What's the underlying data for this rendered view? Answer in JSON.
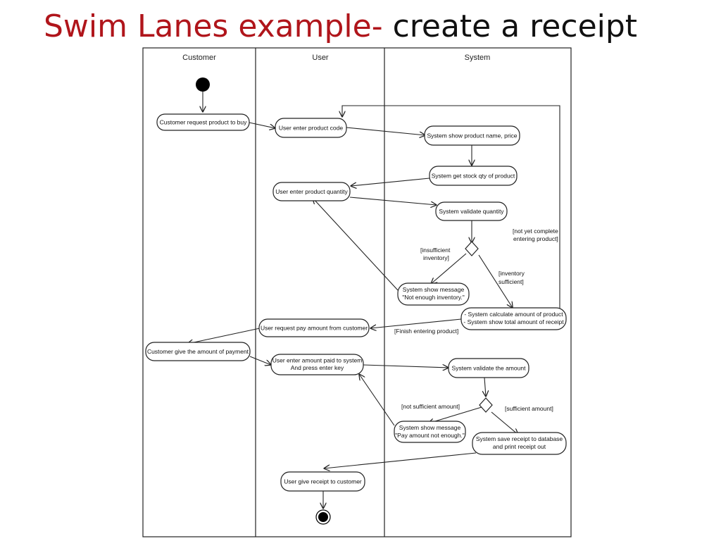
{
  "title": {
    "colored": "Swim Lanes example-",
    "plain": " create a receipt",
    "colored_hex": "#b0151b"
  },
  "lanes": [
    "Customer",
    "User",
    "System"
  ],
  "nodes": {
    "n1": "Customer request product to buy",
    "n2": "User enter product code",
    "n3": "System show product name, price",
    "n4": "System get stock qty of product",
    "n5": "User enter product quantity",
    "n6": "System validate quantity",
    "n7": [
      "System show message",
      "\"Not enough inventory.\""
    ],
    "n8": [
      "- System calculate amount of product",
      "- System show total amount of receipt"
    ],
    "n9": "User request pay amount from customer",
    "n10": "Customer give the amount of payment",
    "n11": [
      "User enter amount paid to system",
      "And press enter key"
    ],
    "n12": "System validate the amount",
    "n13": [
      "System show message",
      "\"Pay amount not enough.\""
    ],
    "n14": [
      "System save receipt to database",
      "and print receipt out"
    ],
    "n15": "User give receipt to customer"
  },
  "guards": {
    "g1": [
      "[not yet complete",
      "entering product]"
    ],
    "g2": [
      "[insufficient",
      "inventory]"
    ],
    "g3": [
      "[inventory",
      "sufficient]"
    ],
    "g4": "[Finish entering product]",
    "g5": "[not sufficient amount]",
    "g6": "[sufficient amount]"
  }
}
